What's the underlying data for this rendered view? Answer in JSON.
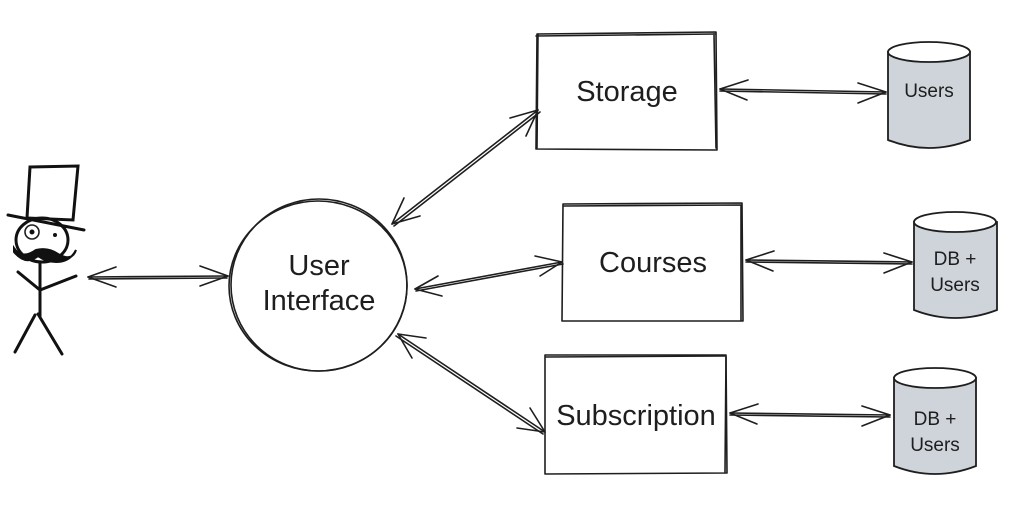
{
  "diagram": {
    "actor": {
      "name": "user-actor",
      "description": "stick figure with top hat, monocle and mustache"
    },
    "hub": {
      "label_lines": [
        "User",
        "Interface"
      ]
    },
    "services": [
      {
        "id": "storage",
        "label": "Storage"
      },
      {
        "id": "courses",
        "label": "Courses"
      },
      {
        "id": "subscription",
        "label": "Subscription"
      }
    ],
    "databases": [
      {
        "id": "db-storage",
        "label_lines": [
          "Users"
        ]
      },
      {
        "id": "db-courses",
        "label_lines": [
          "DB +",
          "Users"
        ]
      },
      {
        "id": "db-subscription",
        "label_lines": [
          "DB +",
          "Users"
        ]
      }
    ],
    "colors": {
      "stroke": "#1e1e1e",
      "database_fill": "#ced4da",
      "background": "#ffffff"
    },
    "connections": [
      {
        "from": "user-actor",
        "to": "hub",
        "type": "bidirectional"
      },
      {
        "from": "hub",
        "to": "storage",
        "type": "bidirectional"
      },
      {
        "from": "hub",
        "to": "courses",
        "type": "bidirectional"
      },
      {
        "from": "hub",
        "to": "subscription",
        "type": "bidirectional"
      },
      {
        "from": "storage",
        "to": "db-storage",
        "type": "bidirectional"
      },
      {
        "from": "courses",
        "to": "db-courses",
        "type": "bidirectional"
      },
      {
        "from": "subscription",
        "to": "db-subscription",
        "type": "bidirectional"
      }
    ]
  }
}
